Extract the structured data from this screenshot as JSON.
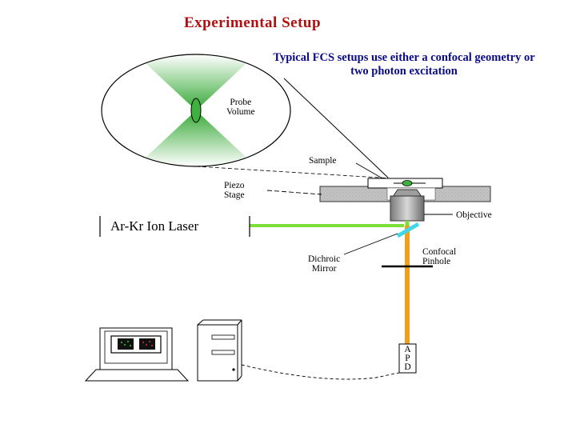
{
  "title": "Experimental Setup",
  "note": "Typical FCS setups use either a confocal geometry or two photon excitation",
  "labels": {
    "probe_volume_line1": "Probe",
    "probe_volume_line2": "Volume",
    "sample": "Sample",
    "piezo_stage_line1": "Piezo",
    "piezo_stage_line2": "Stage",
    "objective": "Objective",
    "laser": "Ar-Kr Ion Laser",
    "dichroic_line1": "Dichroic",
    "dichroic_line2": "Mirror",
    "pinhole_line1": "Confocal",
    "pinhole_line2": "Pinhole",
    "apd_1": "A",
    "apd_2": "P",
    "apd_3": "D"
  },
  "colors": {
    "title": "#b01010",
    "note": "#0a0a8a",
    "laser_beam": "#7de03a",
    "emission_beam": "#f0a020",
    "dichroic": "#40d8e8",
    "stage": "#bdbdbd",
    "focus_green": "#3fb13f"
  }
}
